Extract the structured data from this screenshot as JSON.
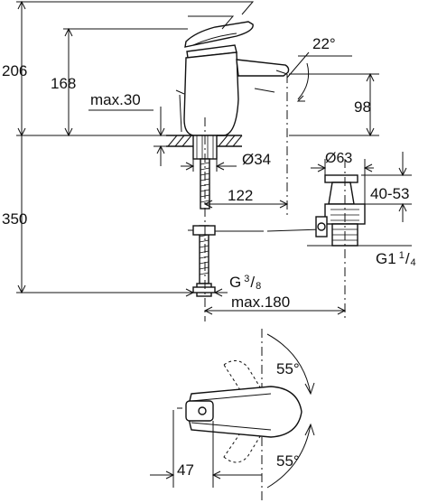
{
  "diagram": {
    "dimensions": {
      "overall_height": "206",
      "spout_height": "168",
      "max_thickness": "max.30",
      "angle_top": "22°",
      "spout_drop": "98",
      "hole_diameter": "Ø34",
      "waste_diameter": "Ø63",
      "projection": "122",
      "waste_range": "40-53",
      "hose_length": "350",
      "waste_thread_main": "G1",
      "waste_thread_num": "1",
      "waste_thread_den": "4",
      "hose_thread_main": "G",
      "hose_thread_num": "3",
      "hose_thread_den": "8",
      "max_reach": "max.180",
      "rotation_upper": "55°",
      "rotation_lower": "55°",
      "lever_offset": "47"
    }
  }
}
